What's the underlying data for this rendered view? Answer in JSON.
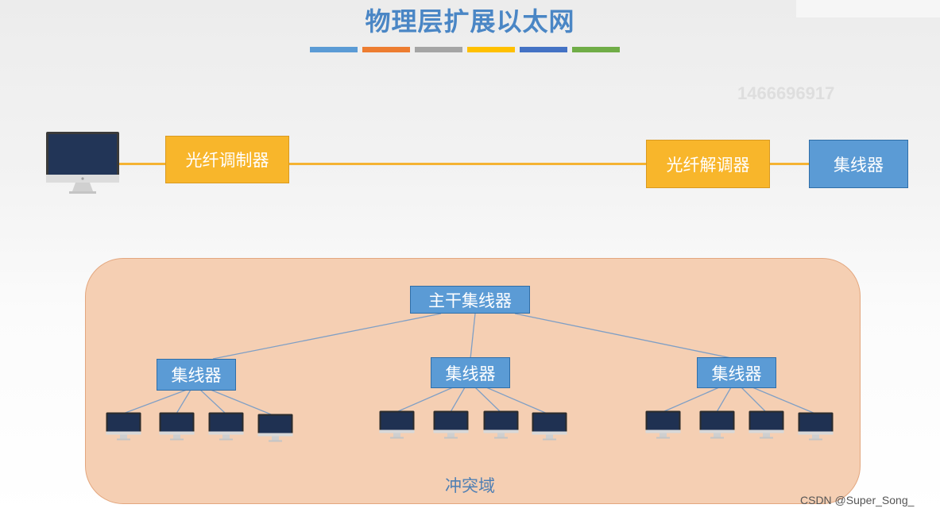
{
  "title": "物理层扩展以太网",
  "colors": {
    "title": "#4a86c5",
    "bars": [
      "#5b9bd5",
      "#ed7d31",
      "#a5a5a5",
      "#ffc000",
      "#4472c4",
      "#70ad47"
    ],
    "orange_box": "#f8b62b",
    "blue_box": "#5b9bd5",
    "zone": "#f5cfb3",
    "line": "#f5b333"
  },
  "watermark": "1466696917",
  "top_chain": {
    "computer": "computer-icon",
    "modem_left": "光纤调制器",
    "modem_right": "光纤解调器",
    "hub": "集线器"
  },
  "tree": {
    "backbone": "主干集线器",
    "hubs": [
      "集线器",
      "集线器",
      "集线器"
    ],
    "computers_per_hub": 4
  },
  "zone_label": "冲突域",
  "credit": "CSDN @Super_Song_"
}
